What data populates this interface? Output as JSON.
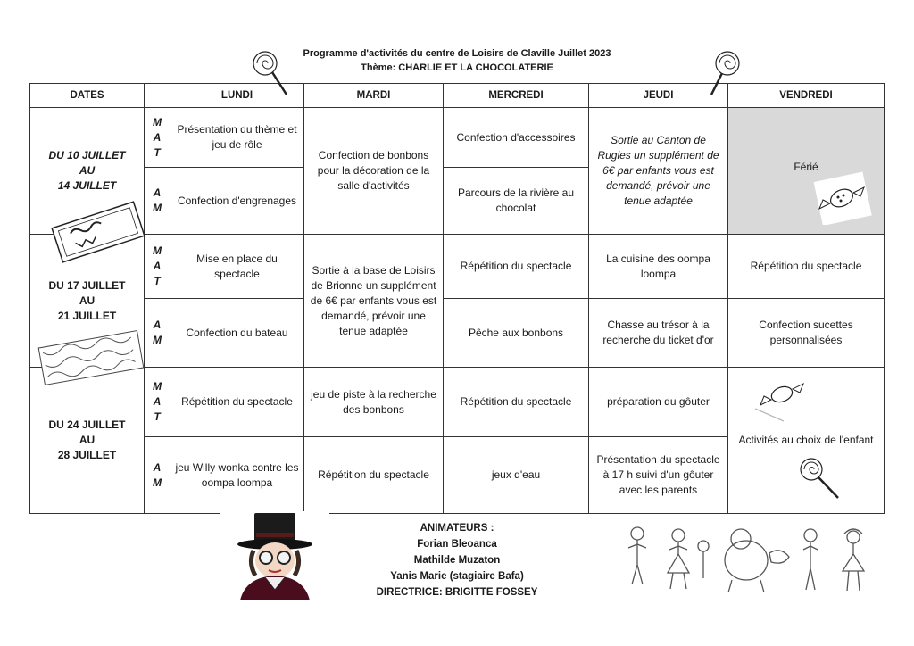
{
  "header": {
    "title": "Programme d'activités du centre de Loisirs de Claville Juillet 2023",
    "theme": "Thème: CHARLIE ET LA CHOCOLATERIE"
  },
  "columns": [
    "DATES",
    "",
    "LUNDI",
    "MARDI",
    "MERCREDI",
    "JEUDI",
    "VENDREDI"
  ],
  "periods": {
    "mat": [
      "M",
      "A",
      "T"
    ],
    "am": [
      "A",
      "M"
    ]
  },
  "weeks": [
    {
      "dates": [
        "DU 10 JUILLET",
        "AU",
        "14 JUILLET"
      ],
      "mat": {
        "lundi": "Présentation du thème et jeu de rôle",
        "mercredi": "Confection d'accessoires"
      },
      "am": {
        "lundi": "Confection d'engrenages",
        "mercredi": "Parcours de la rivière au chocolat"
      },
      "mardi": "Confection de bonbons pour la décoration de la salle d'activités",
      "jeudi": "Sortie au Canton de Rugles un supplément de 6€ par enfants vous est demandé, prévoir une tenue adaptée",
      "vendredi": "Férié"
    },
    {
      "dates": [
        "DU 17 JUILLET",
        "AU",
        "21 JUILLET"
      ],
      "mat": {
        "lundi": "Mise en place du spectacle",
        "mercredi": "Répétition du spectacle",
        "jeudi": "La cuisine des oompa loompa",
        "vendredi": "Répétition du spectacle"
      },
      "am": {
        "lundi": "Confection du bateau",
        "mercredi": "Pêche aux bonbons",
        "jeudi": "Chasse au trésor à la recherche du ticket d'or",
        "vendredi": "Confection sucettes personnalisées"
      },
      "mardi": "Sortie à la base de Loisirs de Brionne un supplément de 6€ par enfants vous est demandé, prévoir une tenue adaptée"
    },
    {
      "dates": [
        "DU 24 JUILLET",
        "AU",
        "28 JUILLET"
      ],
      "mat": {
        "lundi": "Répétition du spectacle",
        "mardi": "jeu de piste à la recherche des bonbons",
        "mercredi": "Répétition du spectacle",
        "jeudi": "préparation du gôuter"
      },
      "am": {
        "lundi": "jeu Willy wonka contre les oompa loompa",
        "mardi": "Répétition du spectacle",
        "mercredi": "jeux d'eau",
        "jeudi": "Présentation du spectacle à 17 h suivi d'un gôuter avec les parents"
      },
      "vendredi": "Activités au choix de l'enfant"
    }
  ],
  "footer": {
    "heading": "ANIMATEURS :",
    "staff": [
      "Forian Bleoanca",
      "Mathilde Muzaton",
      "Yanis Marie (stagiaire Bafa)"
    ],
    "director": "DIRECTRICE: BRIGITTE FOSSEY"
  },
  "decorations": {
    "lollipop": "lollipop-icon",
    "candy": "wrapped-candy-icon",
    "chocolate_bar": "wonka-bar-icon",
    "wonka_portrait": "willy-wonka-portrait",
    "characters": "characters-drawing"
  },
  "colors": {
    "ferie_bg": "#d9d9d9",
    "border": "#333333"
  }
}
